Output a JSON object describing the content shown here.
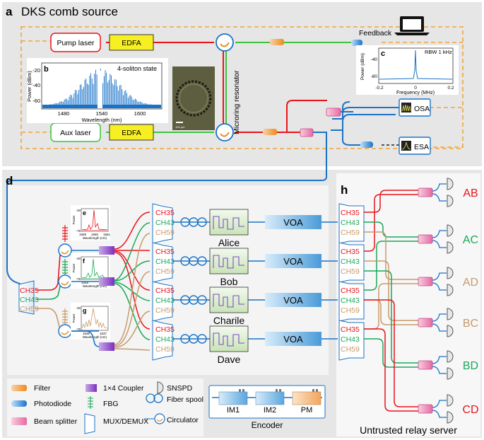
{
  "panels": {
    "a": {
      "letter": "a",
      "title": "DKS comb source"
    },
    "b": {
      "letter": "b",
      "annotation": "4-soliton state",
      "xlabel": "Wavelength (nm)",
      "ylabel": "Power (dBm)",
      "xticks": [
        "1480",
        "1540",
        "1600"
      ],
      "yticks": [
        "-20",
        "-40",
        "-60"
      ]
    },
    "c": {
      "letter": "c",
      "annotation": "RBW 1 kHz",
      "xlabel": "Frequency (MHz)",
      "ylabel": "Power (dBm)",
      "xticks": [
        "-0.2",
        "0",
        "0.2"
      ],
      "yticks": [
        "-40",
        "-80"
      ]
    },
    "d": {
      "letter": "d"
    },
    "e": {
      "letter": "e",
      "xlabel": "Wavelength (nm)",
      "ylabel": "Power",
      "xticks": [
        "1559",
        "1560",
        "1561"
      ],
      "yticks": [
        "-30",
        "-75"
      ]
    },
    "f": {
      "letter": "f",
      "xlabel": "Wavelength (nm)",
      "ylabel": "Power",
      "xticks": [
        "1548",
        "1549"
      ],
      "yticks": [
        "-30",
        "-75"
      ]
    },
    "g": {
      "letter": "g",
      "xlabel": "Wavelength (nm)",
      "ylabel": "Power",
      "xticks": [
        "1536",
        "1537"
      ],
      "yticks": [
        "-30",
        "-75"
      ]
    },
    "h": {
      "letter": "h",
      "caption": "Untrusted relay server"
    }
  },
  "components": {
    "pump_laser": "Pump laser",
    "aux_laser": "Aux laser",
    "edfa": "EDFA",
    "feedback": "Feedback",
    "microring": "Microring resonator",
    "osa": "OSA",
    "esa": "ESA",
    "voa": "VOA",
    "encoder_modules": [
      "IM1",
      "IM2",
      "PM"
    ],
    "encoder_caption": "Encoder",
    "scale_bar": "100 µm"
  },
  "channels": {
    "ch35": "CH35",
    "ch43": "CH43",
    "ch59": "CH59"
  },
  "users": [
    "Alice",
    "Bob",
    "Charile",
    "Dave"
  ],
  "pairs": [
    "AB",
    "AC",
    "AD",
    "BC",
    "BD",
    "CD"
  ],
  "legend": {
    "filter": "Filter",
    "coupler": "1×4 Coupler",
    "snspd": "SNSPD",
    "photodiode": "Photodiode",
    "fbg": "FBG",
    "fiber_spool": "Fiber spool",
    "beam_splitter": "Beam splitter",
    "mux": "MUX/DEMUX",
    "circulator": "Circulator"
  },
  "colors": {
    "ch35": "#e8141c",
    "ch43": "#1aa85a",
    "ch59": "#c89a6a",
    "fiber_blue": "#1a73c8",
    "feedback_orange": "#f2a43a",
    "green_link": "#3cc43c",
    "edfa_yellow": "#f7ef22",
    "pair_ab": "#e8141c",
    "pair_ac": "#1aa85a",
    "pair_ad": "#c89a6a",
    "pair_bc": "#c89a6a",
    "pair_bd": "#1aa85a",
    "pair_cd": "#e8141c"
  }
}
